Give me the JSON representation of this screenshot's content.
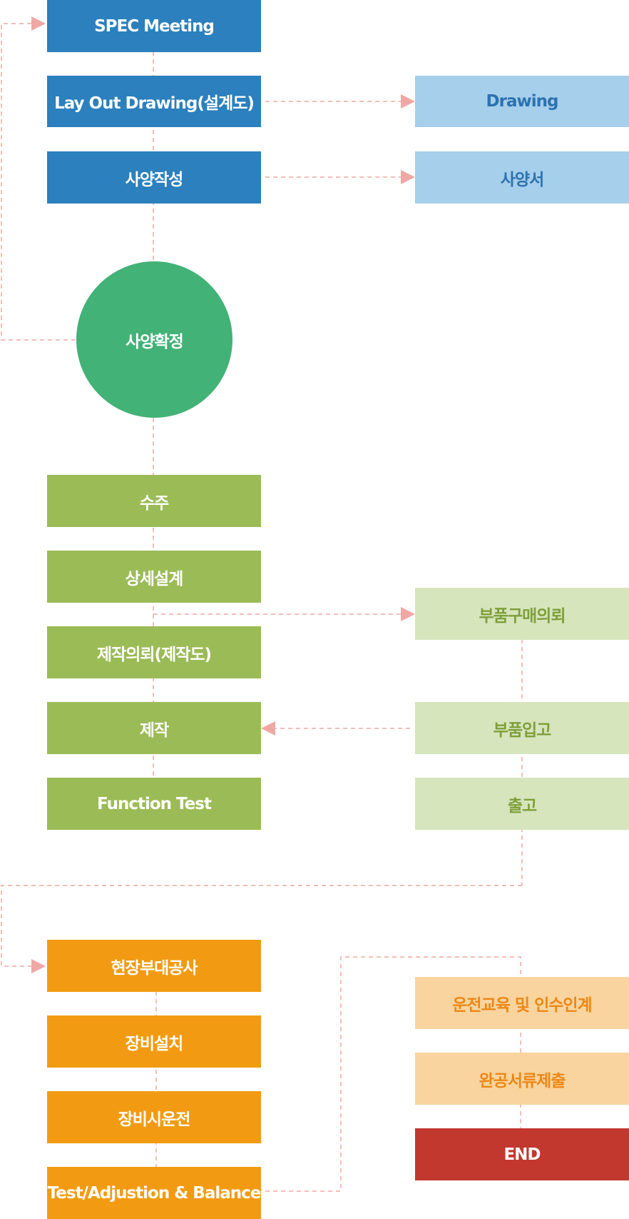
{
  "colors": {
    "primary_blue": "#2b80bd",
    "light_blue": "#a6cfeb",
    "decision_green": "#42b277",
    "green": "#9bbb56",
    "light_green": "#d7e5bd",
    "orange": "#f29b12",
    "light_orange": "#fad49e",
    "end_red": "#c2382e",
    "connector": "#f0a8a4"
  },
  "steps": {
    "spec_meeting": "SPEC Meeting",
    "layout_drawing": "Lay Out Drawing(설계도)",
    "drawing": "Drawing",
    "spec_writing": "사양작성",
    "spec_doc": "사양서",
    "spec_confirm": "사양확정",
    "order": "수주",
    "detail_design": "상세설계",
    "parts_purchase": "부품구매의뢰",
    "production_request": "제작의뢰(제작도)",
    "parts_receiving": "부품입고",
    "production": "제작",
    "function_test": "Function Test",
    "shipment": "출고",
    "site_work": "현장부대공사",
    "operation_training": "운전교육 및 인수인계",
    "equipment_install": "장비설치",
    "completion_docs": "완공서류제출",
    "trial_run": "장비시운전",
    "end": "END",
    "tab": "Test/Adjustion & Balance"
  }
}
